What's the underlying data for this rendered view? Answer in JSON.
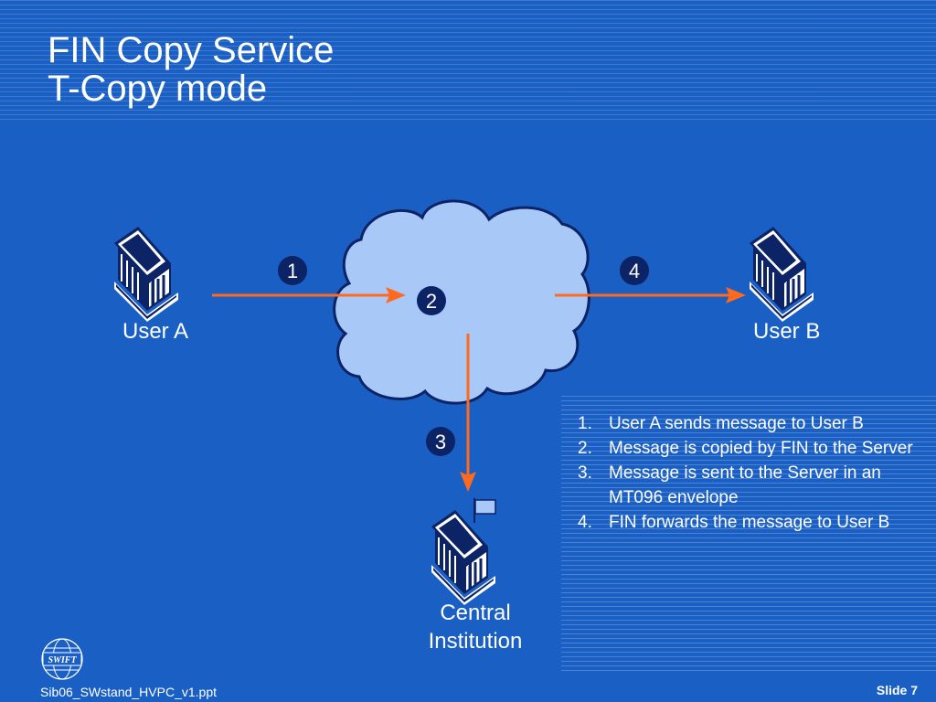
{
  "title": {
    "line1": "FIN Copy Service",
    "line2": "T-Copy mode"
  },
  "nodes": {
    "user_a": "User A",
    "user_b": "User B",
    "central_line1": "Central",
    "central_line2": "Institution"
  },
  "steps": [
    "1",
    "2",
    "3",
    "4"
  ],
  "notes": [
    {
      "num": "1.",
      "text": "User A sends message to User B"
    },
    {
      "num": "2.",
      "text": "Message is copied by FIN to the Server"
    },
    {
      "num": "3.",
      "text": "Message is sent to the Server in an MT096 envelope"
    },
    {
      "num": "4.",
      "text": "FIN forwards the message to User B"
    }
  ],
  "logo_text": "SWIFT",
  "footer": {
    "file": "Sib06_SWstand_HVPC_v1.ppt",
    "slide": "Slide 7"
  },
  "colors": {
    "background": "#1a5fc4",
    "arrow": "#ff6a1f",
    "cloud": "#a8c8f8",
    "badge": "#0c2366",
    "building": "#0c2366"
  }
}
